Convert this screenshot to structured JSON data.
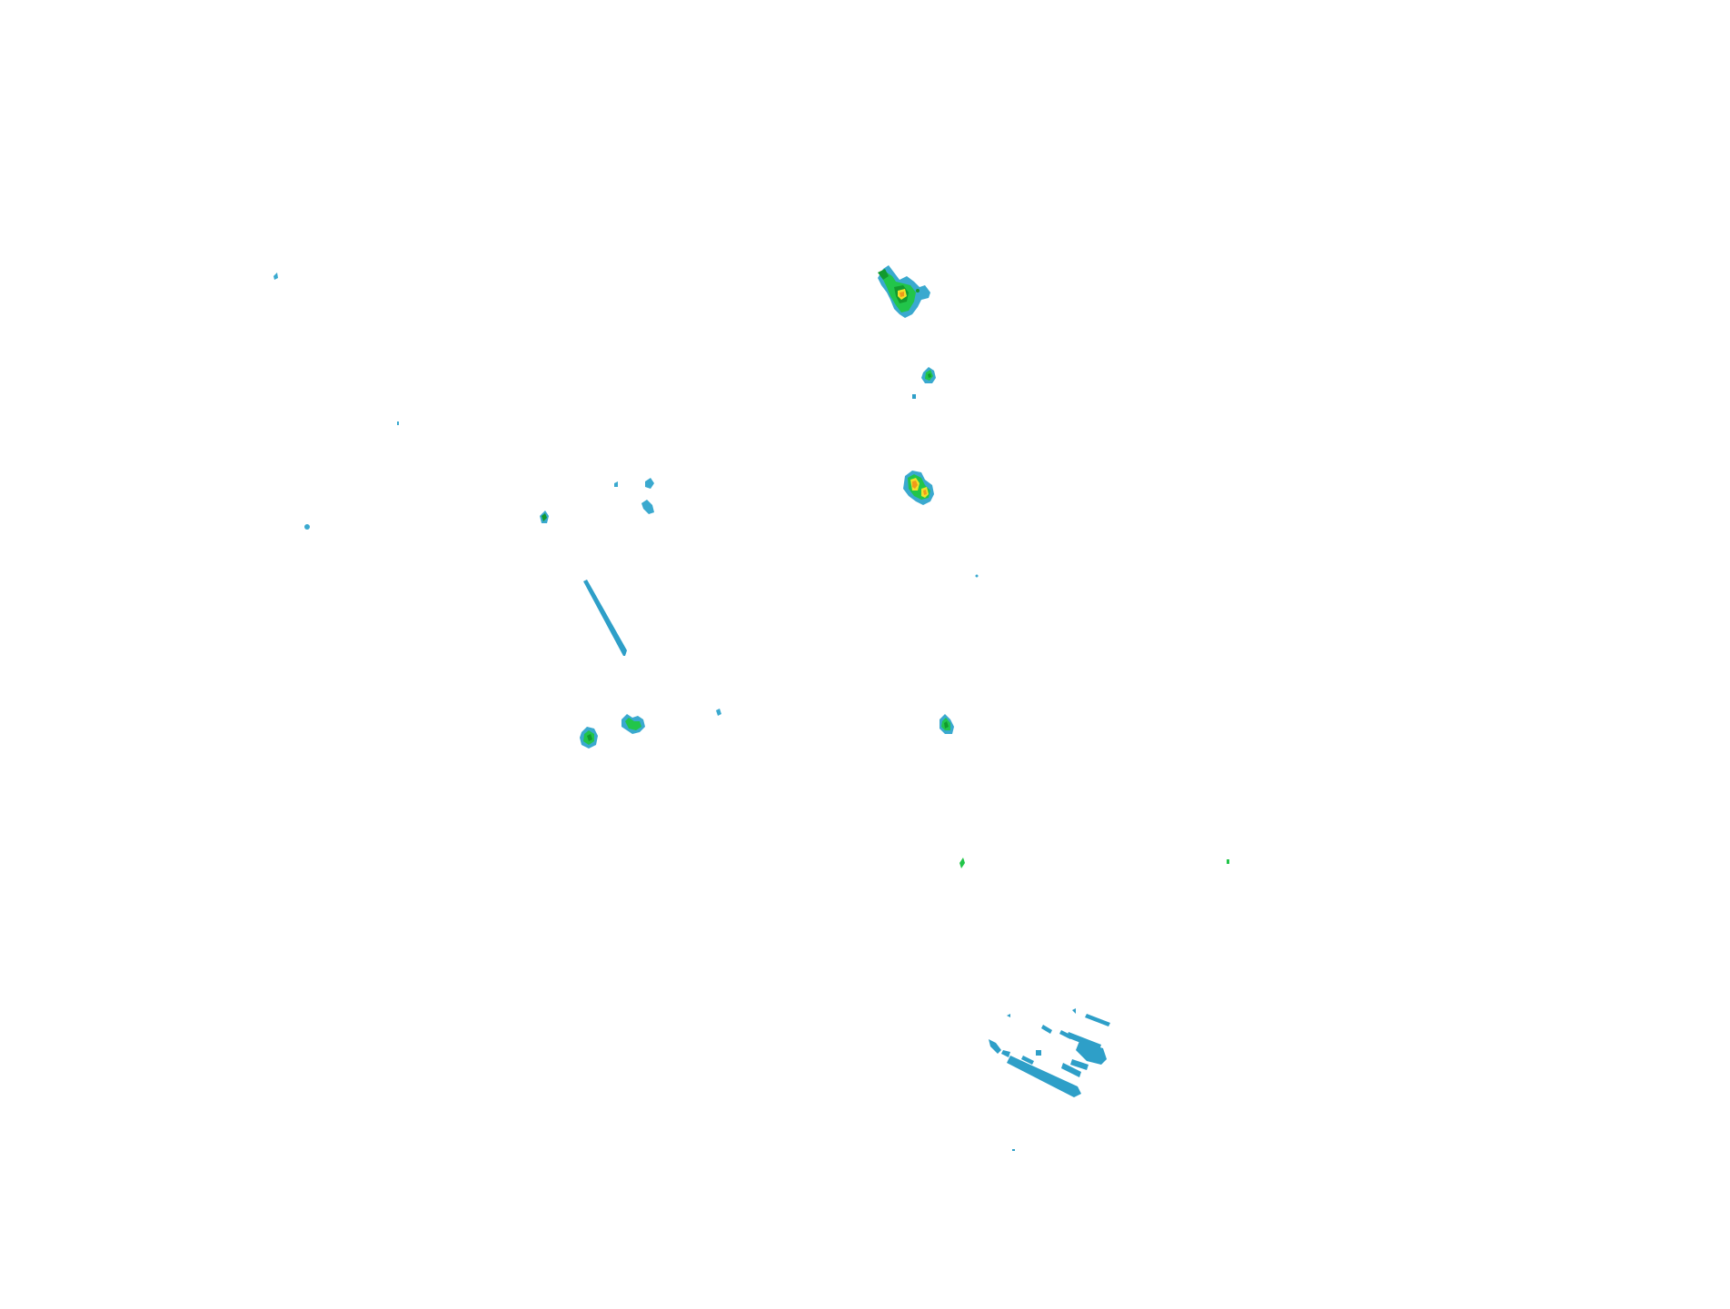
{
  "map": {
    "type": "weather-radar-reflectivity-overlay",
    "background": "#ffffff",
    "palette": {
      "light": "#2e9fc8",
      "light_edge": "#3aa9cf",
      "moderate": "#22c54a",
      "moderate_dark": "#129a2e",
      "heavy": "#f2e12a",
      "very_heavy": "#f09a1a"
    },
    "echoes": [
      {
        "name": "storm-cell-north",
        "intensity": "very_heavy"
      },
      {
        "name": "storm-cell-north-small",
        "intensity": "moderate"
      },
      {
        "name": "storm-cell-central",
        "intensity": "very_heavy"
      },
      {
        "name": "storm-cell-west-1",
        "intensity": "moderate"
      },
      {
        "name": "storm-cell-west-2",
        "intensity": "moderate"
      },
      {
        "name": "storm-cell-west-3",
        "intensity": "moderate"
      },
      {
        "name": "storm-cell-south-central",
        "intensity": "moderate"
      },
      {
        "name": "light-echo-band-southeast",
        "intensity": "light"
      },
      {
        "name": "light-echo-line-west",
        "intensity": "light"
      }
    ]
  }
}
